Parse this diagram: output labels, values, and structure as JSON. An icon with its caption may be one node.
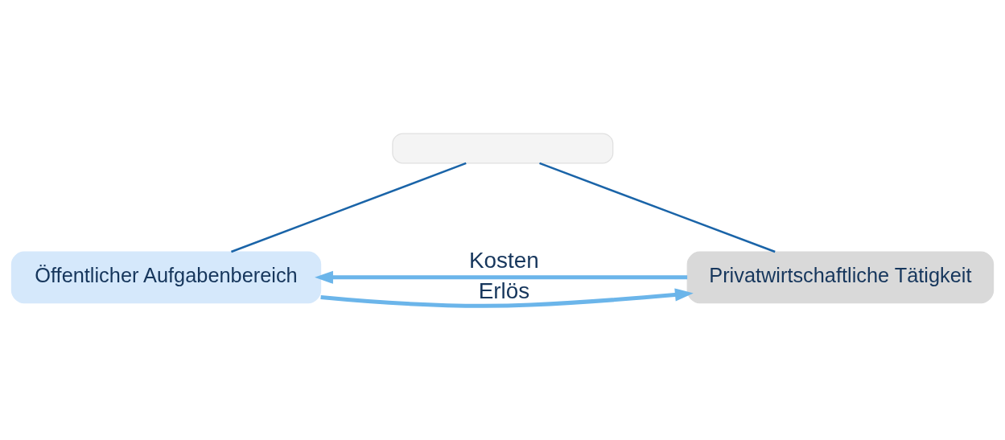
{
  "diagram": {
    "nodes": [
      {
        "text": [],
        "shape": "box"
      },
      {
        "text": [
          "Öffentlicher Aufgabenbereich"
        ]
      },
      {
        "text": [
          "Privatwirtschaftliche Tätigkeit"
        ]
      }
    ],
    "edges": [
      {
        "from": 0,
        "to": 1,
        "arrow": "none",
        "color": "#1a64a8"
      },
      {
        "from": 0,
        "to": 2,
        "arrow": "none",
        "color": "#1a64a8"
      },
      {
        "from": 2,
        "to": 1,
        "arrow": "to",
        "label": "Kosten",
        "style": "thick",
        "color": "#6bb5ea"
      },
      {
        "from": 1,
        "to": 2,
        "arrow": "to",
        "label": "Erlös",
        "style": "thick",
        "color": "#6bb5ea"
      }
    ]
  }
}
